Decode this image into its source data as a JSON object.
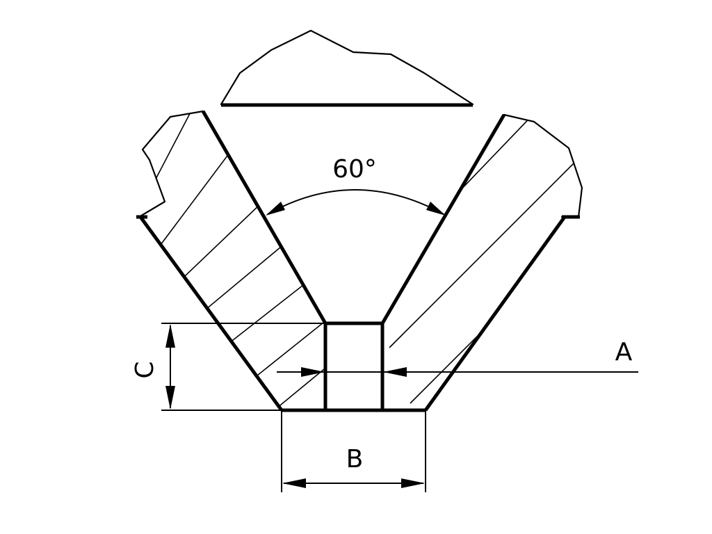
{
  "diagram": {
    "angle_label": "60°",
    "label_a": "A",
    "label_b": "B",
    "label_c": "C",
    "line_color": "#000000",
    "background": "#ffffff"
  }
}
